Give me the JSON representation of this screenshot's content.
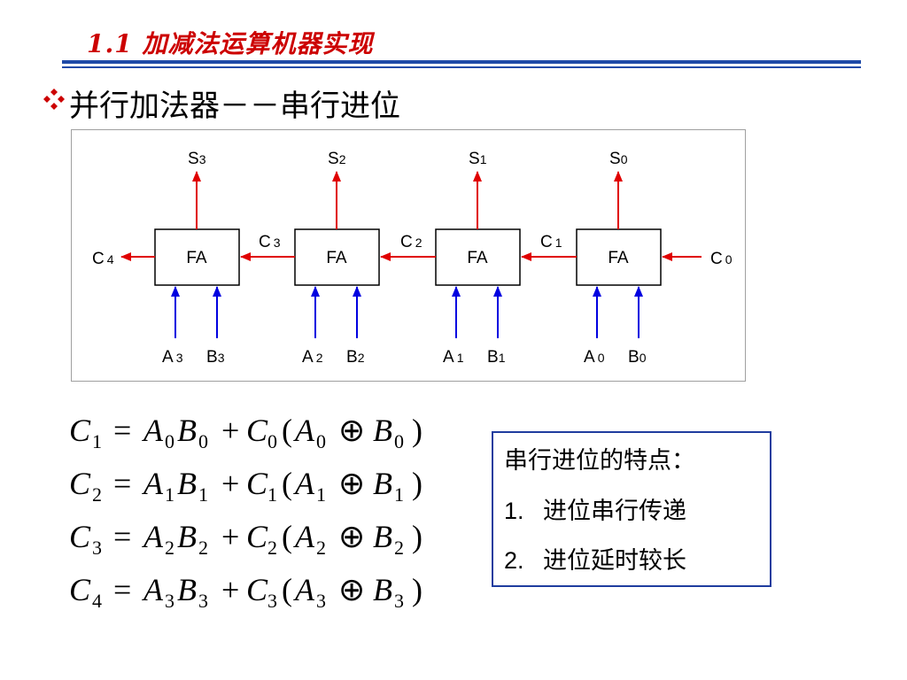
{
  "header": {
    "title": "1.1 加减法运算机器实现",
    "accent_color": "#cc0000",
    "rule_color": "#1f4aa8"
  },
  "section": {
    "bullet_icon": "diamond-bullet-icon",
    "title": "并行加法器－－串行进位"
  },
  "diagram": {
    "block_label": "FA",
    "carry_in": {
      "main": "C",
      "sub": "0"
    },
    "carry_out": {
      "main": "C",
      "sub": "4"
    },
    "blocks": [
      {
        "s_main": "S",
        "s_sub": "3",
        "a_main": "A",
        "a_sub": "3",
        "b_main": "B",
        "b_sub": "3"
      },
      {
        "s_main": "S",
        "s_sub": "2",
        "a_main": "A",
        "a_sub": "2",
        "b_main": "B",
        "b_sub": "2"
      },
      {
        "s_main": "S",
        "s_sub": "1",
        "a_main": "A",
        "a_sub": "1",
        "b_main": "B",
        "b_sub": "1"
      },
      {
        "s_main": "S",
        "s_sub": "0",
        "a_main": "A",
        "a_sub": "0",
        "b_main": "B",
        "b_sub": "0"
      }
    ],
    "inner_carries": [
      {
        "main": "C",
        "sub": "3"
      },
      {
        "main": "C",
        "sub": "2"
      },
      {
        "main": "C",
        "sub": "1"
      }
    ],
    "output_arrow_color": "#e00000",
    "input_arrow_color": "#0000e0"
  },
  "formulas": [
    {
      "lhs": "C",
      "lhs_sub": "1",
      "eq": "=",
      "a": "A",
      "a_sub": "0",
      "b": "B",
      "b_sub": "0",
      "plus": "+",
      "c": "C",
      "c_sub": "0",
      "lp": "(",
      "a2": "A",
      "a2_sub": "0",
      "xor": "⊕",
      "b2": "B",
      "b2_sub": "0",
      "rp": ")"
    },
    {
      "lhs": "C",
      "lhs_sub": "2",
      "eq": "=",
      "a": "A",
      "a_sub": "1",
      "b": "B",
      "b_sub": "1",
      "plus": "+",
      "c": "C",
      "c_sub": "1",
      "lp": "(",
      "a2": "A",
      "a2_sub": "1",
      "xor": "⊕",
      "b2": "B",
      "b2_sub": "1",
      "rp": ")"
    },
    {
      "lhs": "C",
      "lhs_sub": "3",
      "eq": "=",
      "a": "A",
      "a_sub": "2",
      "b": "B",
      "b_sub": "2",
      "plus": "+",
      "c": "C",
      "c_sub": "2",
      "lp": "(",
      "a2": "A",
      "a2_sub": "2",
      "xor": "⊕",
      "b2": "B",
      "b2_sub": "2",
      "rp": ")"
    },
    {
      "lhs": "C",
      "lhs_sub": "4",
      "eq": "=",
      "a": "A",
      "a_sub": "3",
      "b": "B",
      "b_sub": "3",
      "plus": "+",
      "c": "C",
      "c_sub": "3",
      "lp": "(",
      "a2": "A",
      "a2_sub": "3",
      "xor": "⊕",
      "b2": "B",
      "b2_sub": "3",
      "rp": ")"
    }
  ],
  "note": {
    "title": "串行进位的特点：",
    "items": [
      {
        "num": "1.",
        "text": "进位串行传递"
      },
      {
        "num": "2.",
        "text": "进位延时较长"
      }
    ],
    "border_color": "#1f3c9e"
  }
}
